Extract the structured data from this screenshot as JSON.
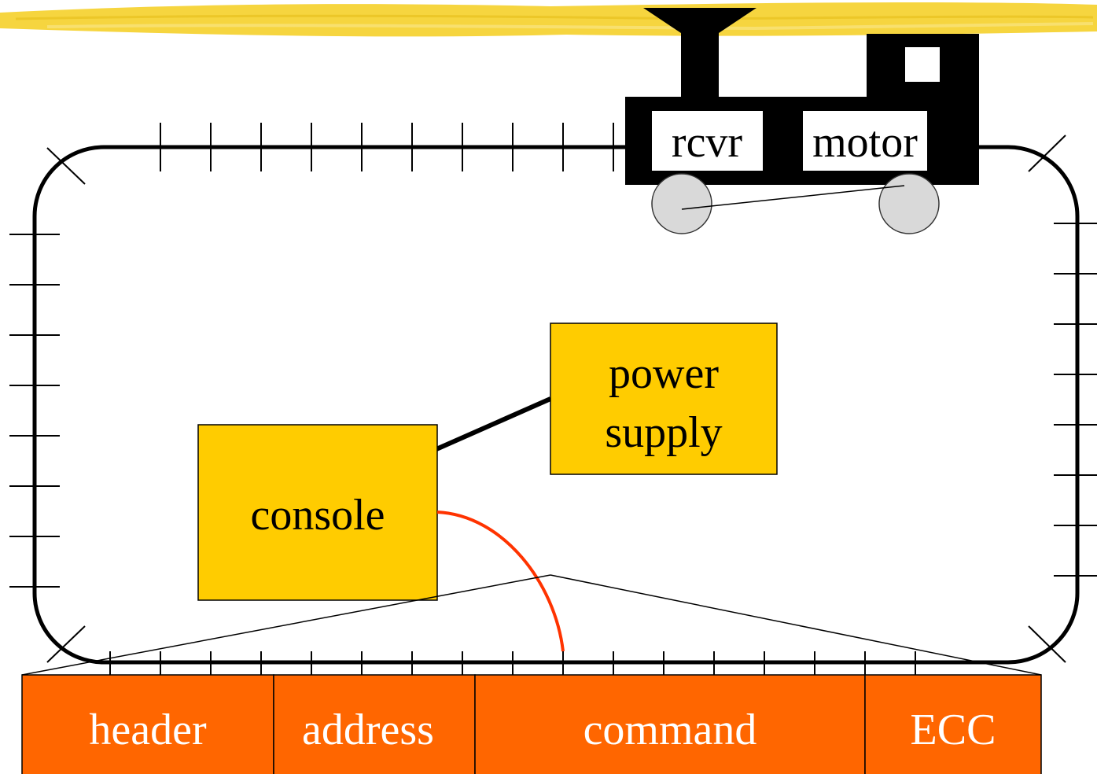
{
  "diagram": {
    "train": {
      "receiver_label": "rcvr",
      "motor_label": "motor"
    },
    "power_supply": {
      "label_line1": "power",
      "label_line2": "supply"
    },
    "console": {
      "label": "console"
    },
    "packet": {
      "fields": [
        "header",
        "address",
        "command",
        "ECC"
      ]
    }
  },
  "colors": {
    "brush_highlight": "#f5d335",
    "console_fill": "#ffcc00",
    "power_supply_fill": "#ffcc00",
    "packet_fill": "#ff6600",
    "signal_wire": "#ff3300",
    "wheel_fill": "#d9d9d9",
    "locomotive": "#000000",
    "track": "#000000"
  }
}
